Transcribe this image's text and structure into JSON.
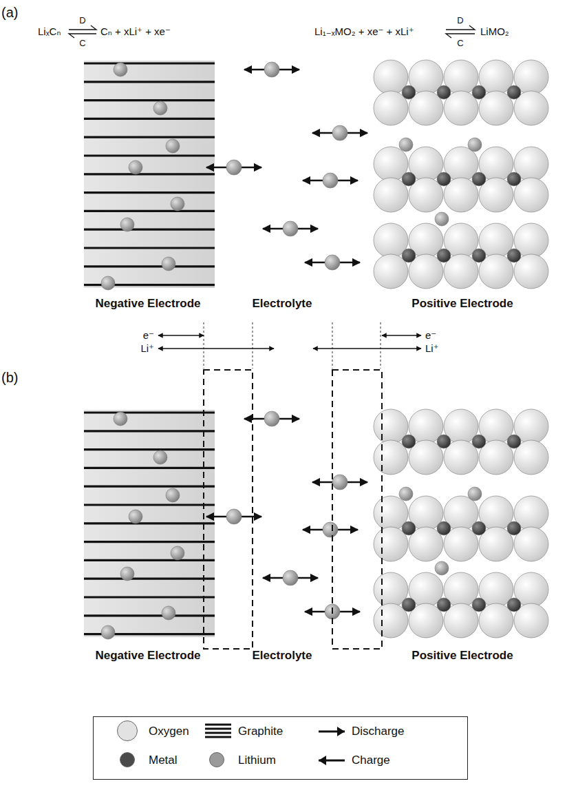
{
  "diagram": {
    "labels": [
      "(a)",
      "LiₓCₙ",
      "D",
      "C",
      "Cₙ + xLi⁺ + xe⁻",
      "Li₁₋ₓMO₂ + xe⁻ + xLi⁺",
      "D",
      "C",
      "LiMO₂",
      "Negative Electrode",
      "Electrolyte",
      "Positive Electrode",
      "e⁻",
      "Li⁺",
      "e⁻",
      "Li⁺",
      "(b)",
      "Negative Electrode",
      "Electrolyte",
      "Positive Electrode"
    ],
    "legend": [
      {
        "text": "Oxygen",
        "color": "#e2e2e2"
      },
      {
        "text": "Graphite"
      },
      {
        "text": "Discharge"
      },
      {
        "text": "Metal",
        "color": "#4a4a4a"
      },
      {
        "text": "Lithium",
        "color": "#9a9a9a"
      },
      {
        "text": "Charge"
      }
    ]
  }
}
